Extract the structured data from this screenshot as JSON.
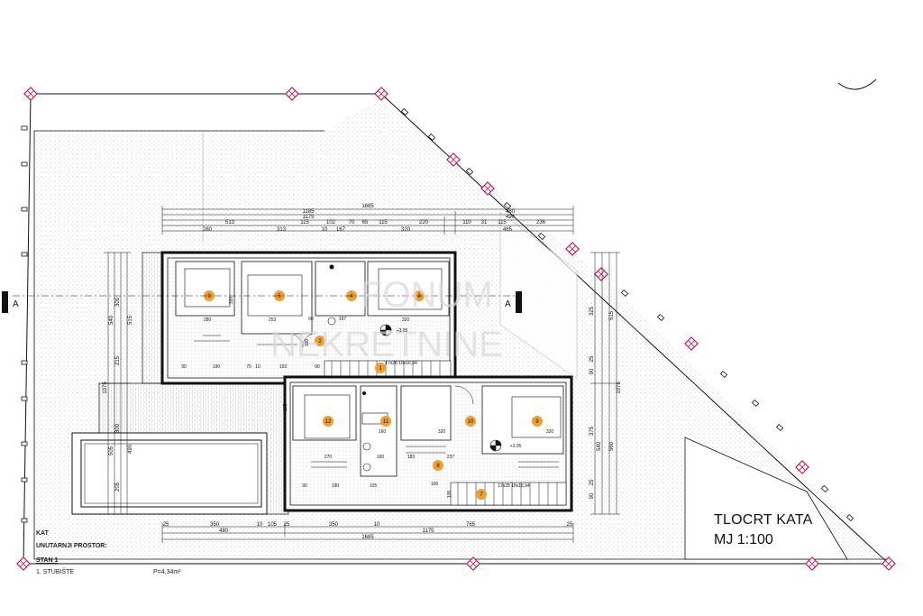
{
  "drawing": {
    "title": "TLOCRT KATA",
    "scale": "MJ 1:100",
    "section_marker": "A",
    "watermark_line1": "FONUM",
    "watermark_line2": "NEKRETNINE"
  },
  "legend": {
    "floor": "KAT",
    "interior_label": "UNUTARNJI PROSTOR:",
    "unit": "STAN 1",
    "item": "1. STUBIŠTE",
    "item_area": "P=4,34m²"
  },
  "dimensions": {
    "top_overall": "1685",
    "top_row2": [
      "1185",
      "490"
    ],
    "top_row3": [
      "1175",
      "480"
    ],
    "top_row4": [
      "513",
      "115",
      "102",
      "70",
      "65",
      "115",
      "220",
      "110",
      "31",
      "115",
      "236"
    ],
    "top_row5": [
      "280",
      "313",
      "10",
      "167",
      "320",
      "465"
    ],
    "bottom_row1": [
      "25",
      "350",
      "10",
      "105",
      "25",
      "350",
      "10",
      "765",
      "25"
    ],
    "bottom_row2": [
      "480",
      "1175"
    ],
    "bottom_overall": "1685",
    "left": [
      "540",
      "300",
      "515",
      "215",
      "1075",
      "505",
      "300",
      "490",
      "205"
    ],
    "right": [
      "325",
      "515",
      "25",
      "90",
      "1075",
      "375",
      "540",
      "560",
      "25",
      "90"
    ],
    "upper_block": [
      "280",
      "253",
      "320",
      "320",
      "90",
      "190",
      "70",
      "10",
      "193",
      "90",
      "60",
      "167",
      "100"
    ],
    "lower_block": [
      "270",
      "320",
      "320",
      "90",
      "190",
      "105",
      "160",
      "183",
      "100",
      "160",
      "237",
      "105",
      "165"
    ],
    "stair_upper": "17x28\n16x16,94",
    "stair_lower": "17x28\n18x16,94",
    "level_upper": "+3.05",
    "level_lower": "+3.05"
  },
  "rooms": [
    {
      "num": "9"
    },
    {
      "num": "5"
    },
    {
      "num": "4"
    },
    {
      "num": "3"
    },
    {
      "num": "2"
    },
    {
      "num": "1"
    },
    {
      "num": "12"
    },
    {
      "num": "11"
    },
    {
      "num": "10"
    },
    {
      "num": "9"
    },
    {
      "num": "8"
    },
    {
      "num": "7"
    }
  ],
  "colors": {
    "line": "#111111",
    "hatch": "#cfcfcf",
    "room_badge": "#f0a030",
    "survey_marker": "#c0185a",
    "watermark": "#d9d9d9"
  }
}
